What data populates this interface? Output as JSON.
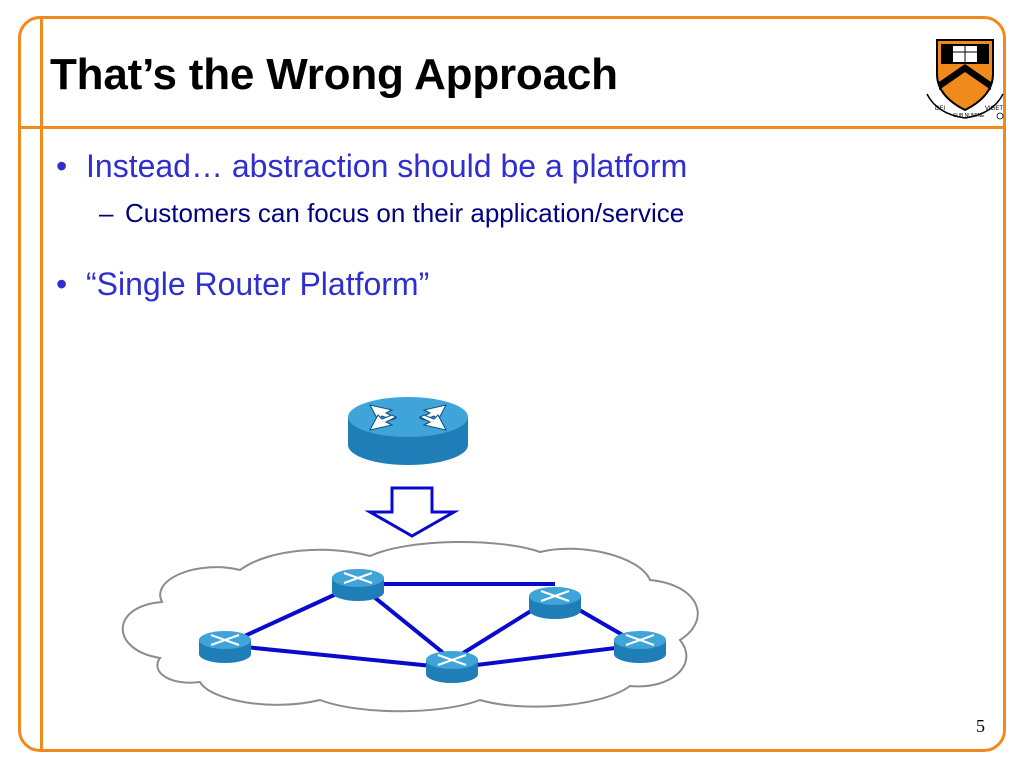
{
  "slide": {
    "title": "That’s the Wrong Approach",
    "page_number": "5",
    "bullets": [
      {
        "text": "Instead… abstraction should be a platform",
        "subbullets": [
          "Customers can focus on their application/service"
        ]
      },
      {
        "text": "“Single Router Platform”",
        "subbullets": []
      }
    ]
  },
  "logo": {
    "name": "princeton-shield-logo",
    "motto": [
      "DEI",
      "SUB NUMINE",
      "VIGET"
    ]
  },
  "colors": {
    "frame": "#f08a1c",
    "bullet_text": "#2f2fd0",
    "sub_text": "#000080",
    "router_top": "#3fa4d8",
    "router_side": "#1f7db7",
    "link": "#0a0acd"
  },
  "icons": [
    "router-icon",
    "down-arrow-icon",
    "cloud-icon",
    "shield-logo-icon"
  ]
}
